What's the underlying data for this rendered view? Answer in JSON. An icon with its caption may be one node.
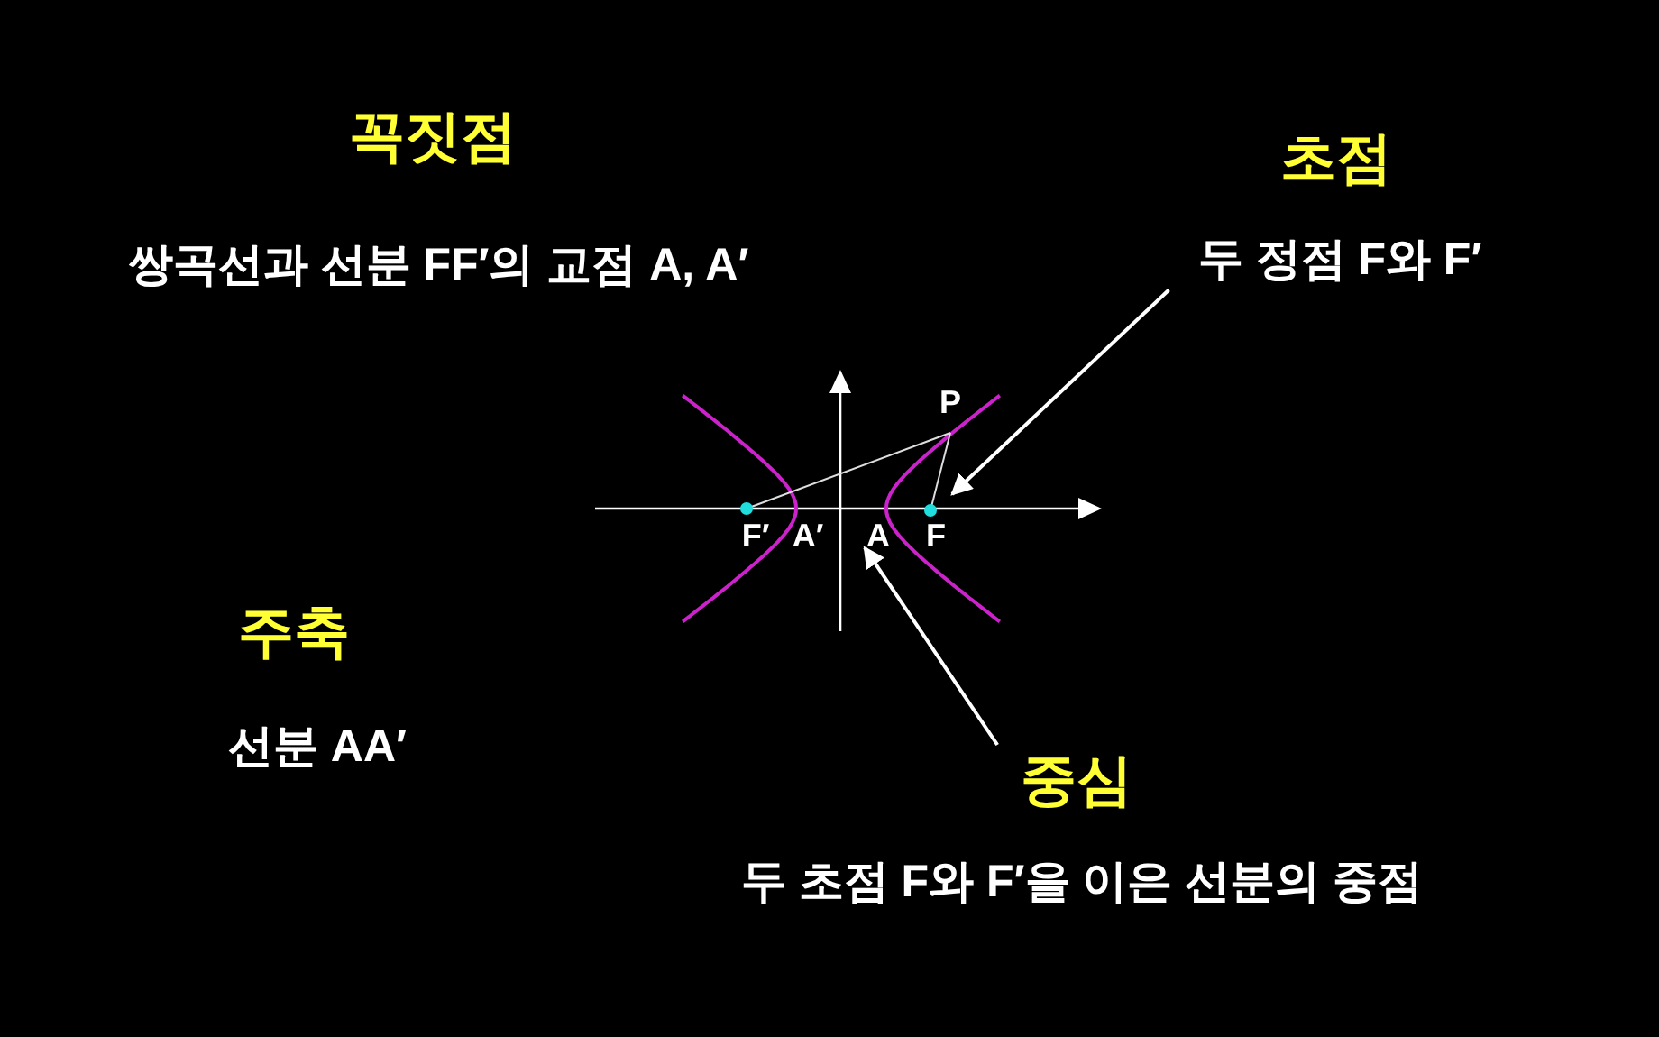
{
  "diagram": {
    "nodes": [
      {
        "text": [
          "초점",
          "두 정점 F와 F′"
        ]
      },
      {
        "text": [
          "중심",
          "두 초점 F와 F′을 이은 선분의 중점"
        ]
      },
      {
        "text": [
          "A"
        ]
      },
      {
        "text": [
          "F"
        ]
      }
    ],
    "edges": [
      {
        "from": 0,
        "to": 3,
        "arrow": "to"
      },
      {
        "from": 1,
        "to": 2,
        "arrow": "to"
      }
    ],
    "labels": [
      "꼭짓점",
      "쌍곡선과 선분 FF′의 교점 A, A′",
      "P",
      "F′",
      "A′",
      "주축",
      "선분 AA′"
    ]
  }
}
